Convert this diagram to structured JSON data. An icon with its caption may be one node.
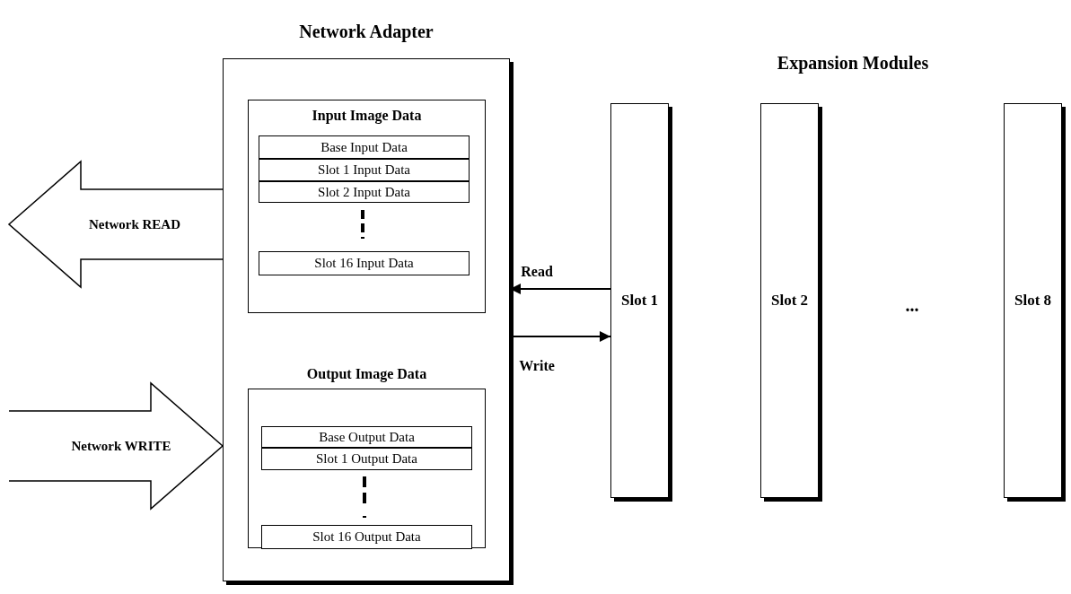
{
  "diagram": {
    "nodes": [
      {
        "text": [
          "Network Adapter"
        ]
      },
      {
        "text": [
          "Input Image Data"
        ],
        "in": 0
      },
      {
        "text": [
          "Base Input Data"
        ],
        "in": 1
      },
      {
        "text": [
          "Slot 1 Input Data"
        ],
        "in": 1
      },
      {
        "text": [
          "Slot 2 Input Data"
        ],
        "in": 1
      },
      {
        "text": [
          "Slot 16 Input Data"
        ],
        "in": 1
      },
      {
        "text": [
          "Output Image Data"
        ],
        "in": 0
      },
      {
        "text": [
          "Base Output Data"
        ],
        "in": 6
      },
      {
        "text": [
          "Slot 1 Output Data"
        ],
        "in": 6
      },
      {
        "text": [
          "Slot 16 Output Data"
        ],
        "in": 6
      },
      {
        "text": [
          "Slot 1"
        ]
      },
      {
        "text": [
          "Slot 2"
        ]
      },
      {
        "text": [
          "Slot 8"
        ]
      }
    ],
    "edges": [
      {
        "from": 0,
        "to": null,
        "arrow": "to",
        "label": "Network READ",
        "style": "thick"
      },
      {
        "from": null,
        "to": 0,
        "arrow": "to",
        "label": "Network WRITE",
        "style": "thick"
      },
      {
        "from": 10,
        "to": 0,
        "arrow": "to",
        "label": "Read"
      },
      {
        "from": 0,
        "to": 10,
        "arrow": "to",
        "label": "Write"
      }
    ],
    "labels": [
      "Expansion Modules",
      "..."
    ]
  }
}
